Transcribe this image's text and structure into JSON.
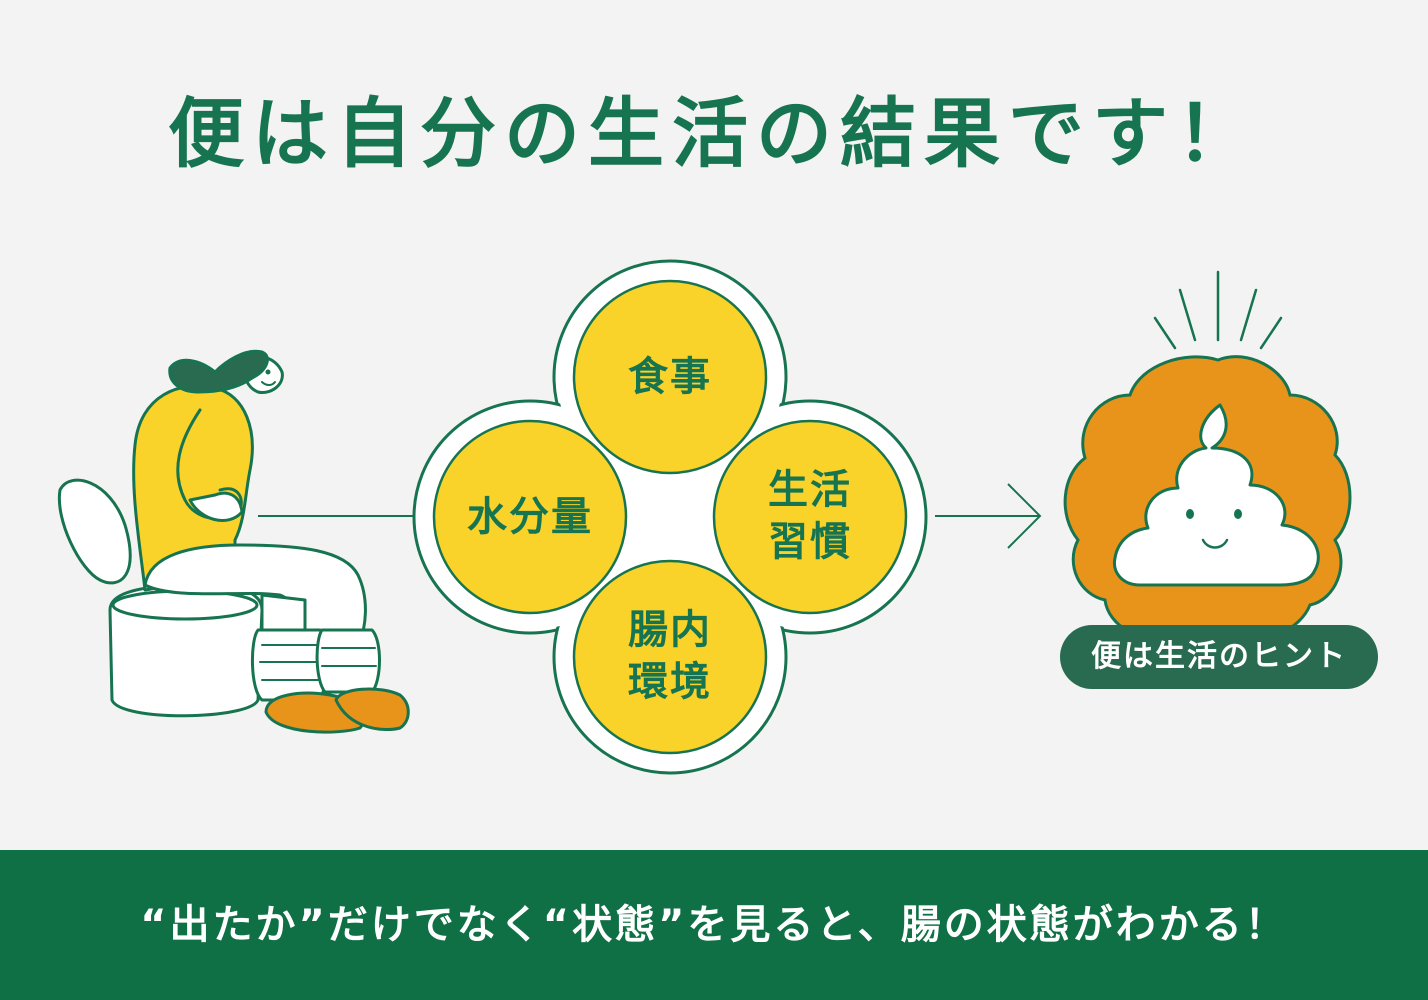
{
  "title": "便は自分の生活の結果です！",
  "factors": {
    "top": "食事",
    "left": "水分量",
    "right_line1": "生活",
    "right_line2": "習慣",
    "bottom_line1": "腸内",
    "bottom_line2": "環境"
  },
  "badge": "便は生活のヒント",
  "footer": "“出たか”だけでなく“状態”を見ると、腸の状態がわかる！",
  "colors": {
    "background": "#f3f3f3",
    "green": "#177450",
    "footer_green": "#0e7044",
    "yellow": "#f9d22a",
    "orange": "#e8931a",
    "badge_green": "#286b50"
  },
  "icons": {
    "person": "person-on-toilet-illustration",
    "poop": "smiling-poop-illustration",
    "arrow": "arrow-right-icon"
  }
}
